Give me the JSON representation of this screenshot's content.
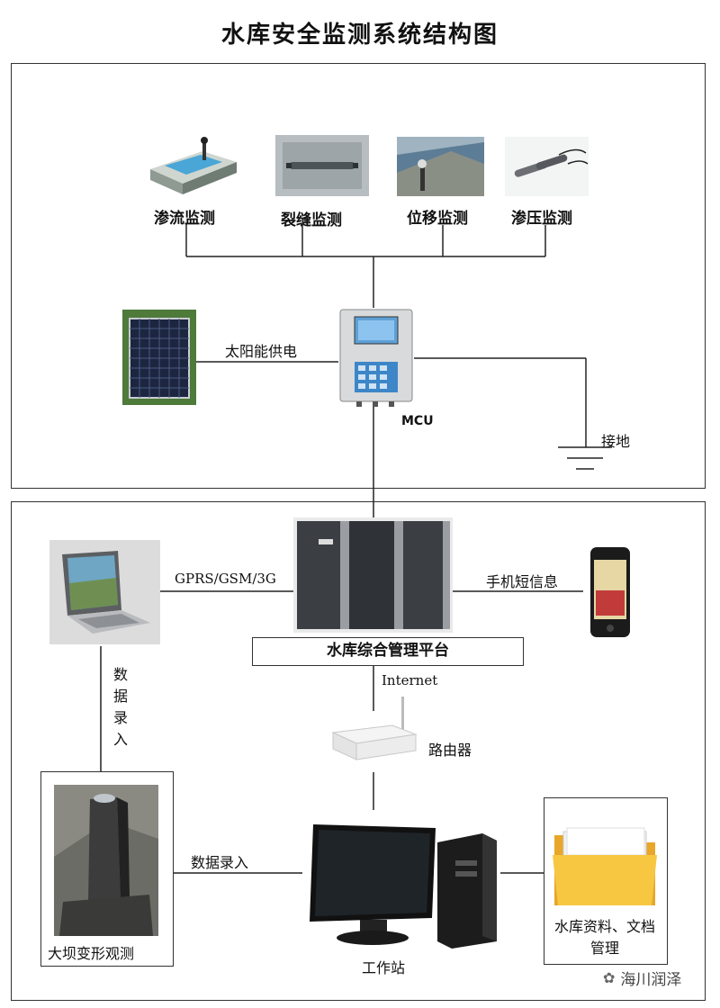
{
  "title": "水库安全监测系统结构图",
  "sensors": [
    {
      "label": "渗流监测",
      "icon": "seepage-sensor-icon"
    },
    {
      "label": "裂缝监测",
      "icon": "crack-sensor-icon"
    },
    {
      "label": "位移监测",
      "icon": "displacement-sensor-icon"
    },
    {
      "label": "渗压监测",
      "icon": "piezometer-icon"
    }
  ],
  "power_label": "太阳能供电",
  "mcu_label": "MCU",
  "ground_label": "接地",
  "comm_label": "GPRS/GSM/3G",
  "sms_label": "手机短信息",
  "platform_label": "水库综合管理平台",
  "internet_label": "Internet",
  "router_label": "路由器",
  "data_entry_vertical": "数据录入",
  "data_entry_horizontal": "数据录入",
  "dam_label": "大坝变形观测",
  "workstation_label": "工作站",
  "archive_label": "水库资料、文档管理",
  "watermark": "海川润泽"
}
